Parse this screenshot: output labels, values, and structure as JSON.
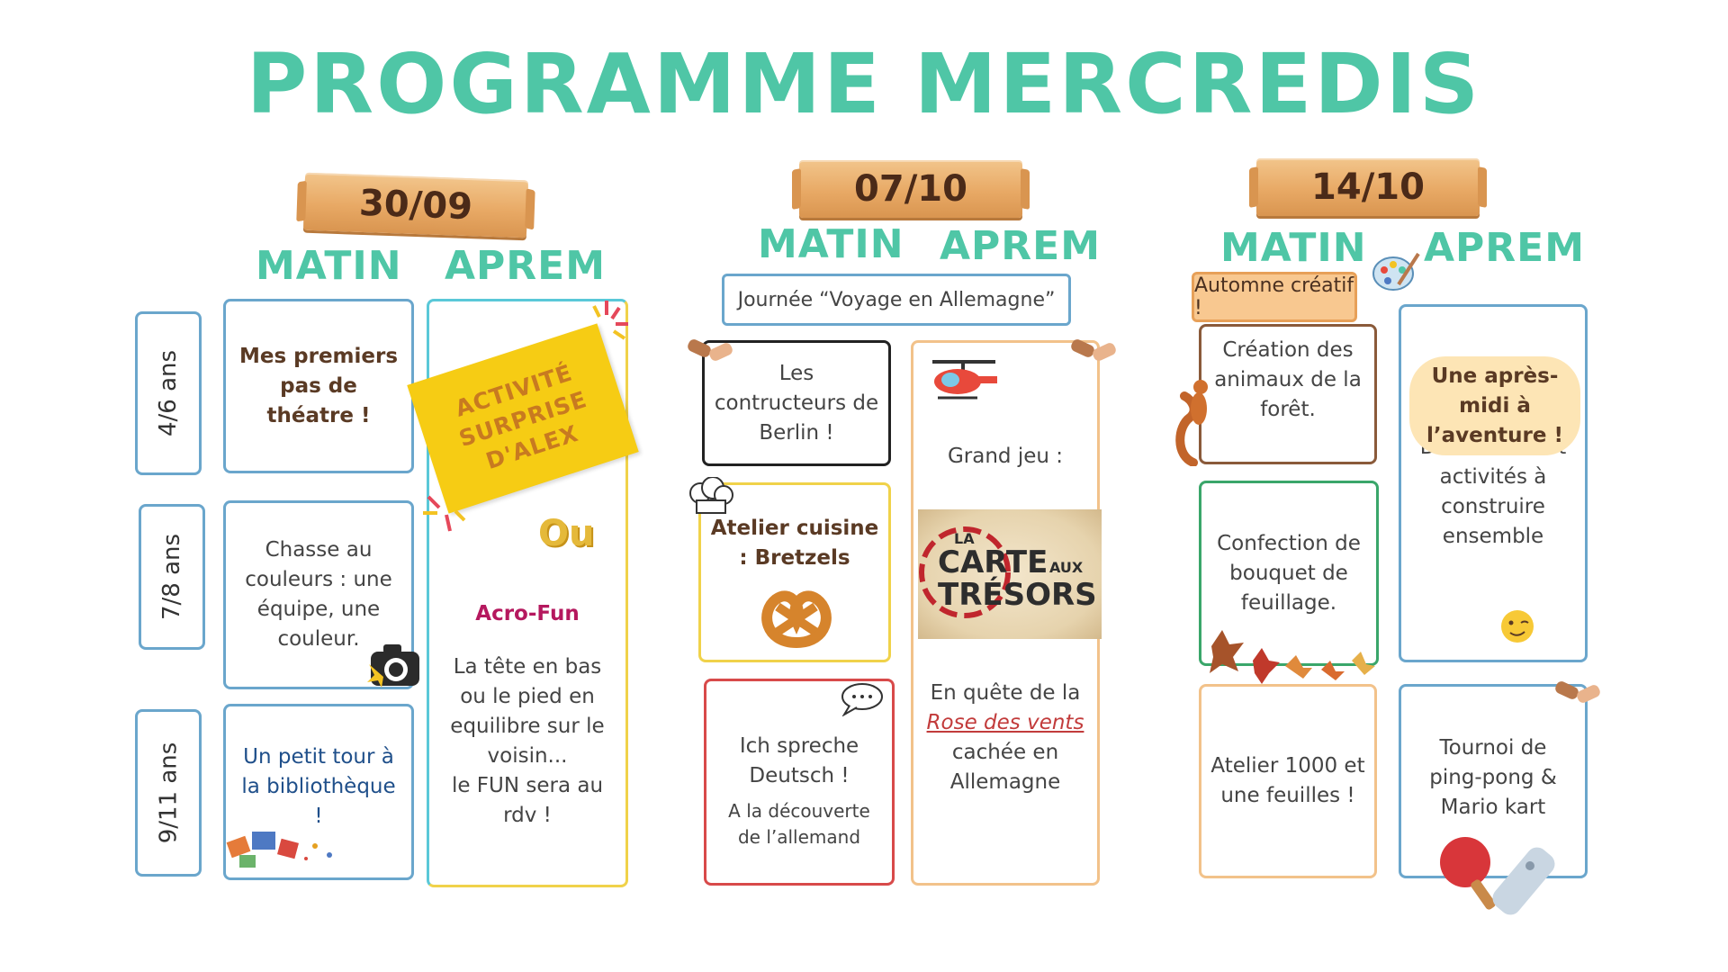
{
  "title": "PROGRAMME MERCREDIS",
  "dates": [
    "30/09",
    "07/10",
    "14/10"
  ],
  "columns": {
    "matin": "MATIN",
    "aprem": "APREM"
  },
  "ages": [
    "4/6 ans",
    "7/8 ans",
    "9/11 ans"
  ],
  "day1": {
    "matin_1": "Mes premiers pas de théatre !",
    "matin_2": "Chasse au couleurs : une équipe, une couleur.",
    "matin_3": "Un petit tour à la bibliothèque !",
    "surprise": "ACTIVITÉ SURPRISE D'ALEX",
    "ou": "Ou",
    "acro_title": "Acro-Fun",
    "acro_text": "La tête en bas ou le pied en equilibre sur le voisin...",
    "acro_text2": "le FUN sera au rdv !"
  },
  "day2": {
    "banner": "Journée “Voyage en Allemagne”",
    "matin_1": "Les contructeurs de Berlin !",
    "matin_2": "Atelier cuisine : Bretzels",
    "matin_3_title": "Ich spreche Deutsch !",
    "matin_3_sub": "A la découverte de l’allemand",
    "aprem_intro": "Grand jeu :",
    "map_line1": "LA",
    "map_line2": "CARTE",
    "map_line3": "AUX",
    "map_line4": "TRÉSORS",
    "aprem_quest1": "En quête de la",
    "aprem_quest_link": "Rose des vents",
    "aprem_quest2": "cachée en Allemagne"
  },
  "day3": {
    "banner": "Automne créatif !",
    "matin_1": "Création des animaux de la forêt.",
    "matin_2": "Confection de bouquet de feuillage.",
    "matin_3": "Atelier 1000 et une feuilles !",
    "aprem_bubble": "Une après-midi à l’aventure !",
    "aprem_text": "Destination et activités à construire ensemble",
    "aprem_2": "Tournoi de ping-pong & Mario kart"
  },
  "colors": {
    "teal": "#4fc6a6",
    "wood": "#e8a965",
    "yellow": "#f6cc14"
  }
}
